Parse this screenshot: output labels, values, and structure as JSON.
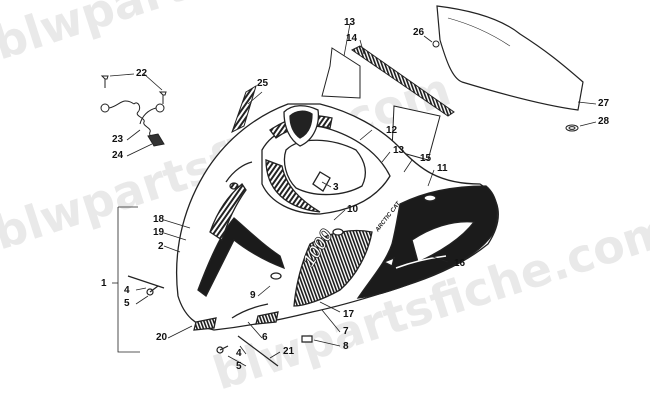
{
  "watermark": "blwpartsfiche.com",
  "hood_decals": {
    "model": "1000",
    "brand": "ARCTIC CAT"
  },
  "callouts": [
    "1",
    "2",
    "3",
    "4",
    "4",
    "5",
    "5",
    "6",
    "7",
    "8",
    "9",
    "10",
    "11",
    "12",
    "13",
    "13",
    "14",
    "15",
    "16",
    "17",
    "18",
    "19",
    "20",
    "21",
    "22",
    "23",
    "24",
    "25",
    "26",
    "27",
    "28"
  ],
  "colors": {
    "ink": "#111111",
    "line": "#222222",
    "decal_dark": "#1b1b1b",
    "watermark": "#cfcfcf"
  }
}
